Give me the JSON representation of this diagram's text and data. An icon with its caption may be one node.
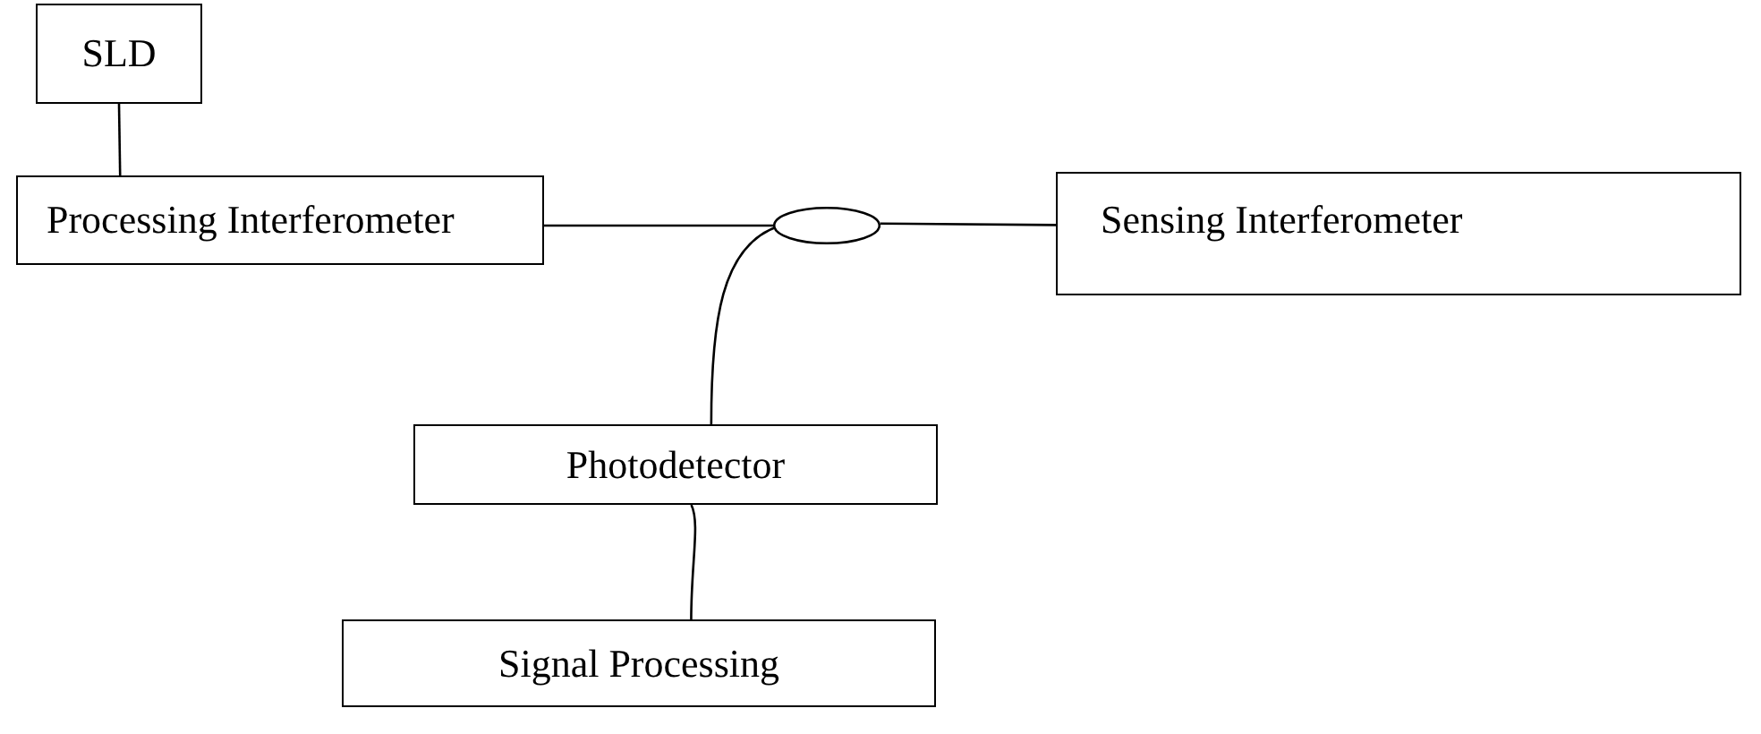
{
  "diagram": {
    "nodes": [
      {
        "text": [
          "SLD"
        ]
      },
      {
        "text": [
          "Processing Interferometer"
        ]
      },
      {
        "text": [],
        "shape": "ellipse"
      },
      {
        "text": [
          "Sensing Interferometer"
        ]
      },
      {
        "text": [
          "Photodetector"
        ]
      },
      {
        "text": [
          "Signal Processing"
        ]
      }
    ],
    "edges": [
      {
        "from": 0,
        "to": 1,
        "arrow": "none"
      },
      {
        "from": 1,
        "to": 2,
        "arrow": "none"
      },
      {
        "from": 2,
        "to": 3,
        "arrow": "none"
      },
      {
        "from": 2,
        "to": 4,
        "arrow": "none"
      },
      {
        "from": 4,
        "to": 5,
        "arrow": "none"
      }
    ]
  }
}
